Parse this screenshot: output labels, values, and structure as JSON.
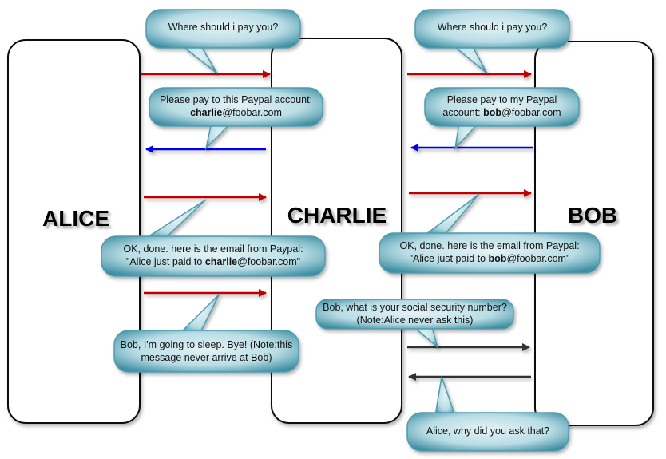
{
  "actors": {
    "alice": "ALICE",
    "charlie": "CHARLIE",
    "bob": "BOB"
  },
  "colors": {
    "request": "#c00000",
    "response": "#0000ee",
    "attack": "#333333",
    "bubble_light": "#e4f3f6",
    "bubble_dark": "#3f8fa3"
  },
  "messages": {
    "m1": {
      "text": "Where should i pay you?"
    },
    "m2": {
      "pre": "Please pay to this Paypal account: ",
      "bold": "charlie",
      "post": "@foobar.com"
    },
    "m3": {
      "line1": "OK, done. here is the email from Paypal:",
      "pre": "\"Alice just paid to ",
      "bold": "charlie",
      "post": "@foobar.com\""
    },
    "m4": {
      "text": "Bob, I'm going to sleep. Bye! (Note:this message never arrive at Bob)"
    },
    "m5": {
      "text": "Where should i pay you?"
    },
    "m6": {
      "pre": "Please pay to my Paypal account: ",
      "bold": "bob",
      "post": "@foobar.com"
    },
    "m7": {
      "line1": "OK, done. here is the email from Paypal:",
      "pre": "\"Alice just paid to ",
      "bold": "bob",
      "post": "@foobar.com\""
    },
    "m8": {
      "text": "Bob, what is your social security number? (Note:Alice never ask this)"
    },
    "m9": {
      "text": "Alice, why did you ask that?"
    }
  }
}
